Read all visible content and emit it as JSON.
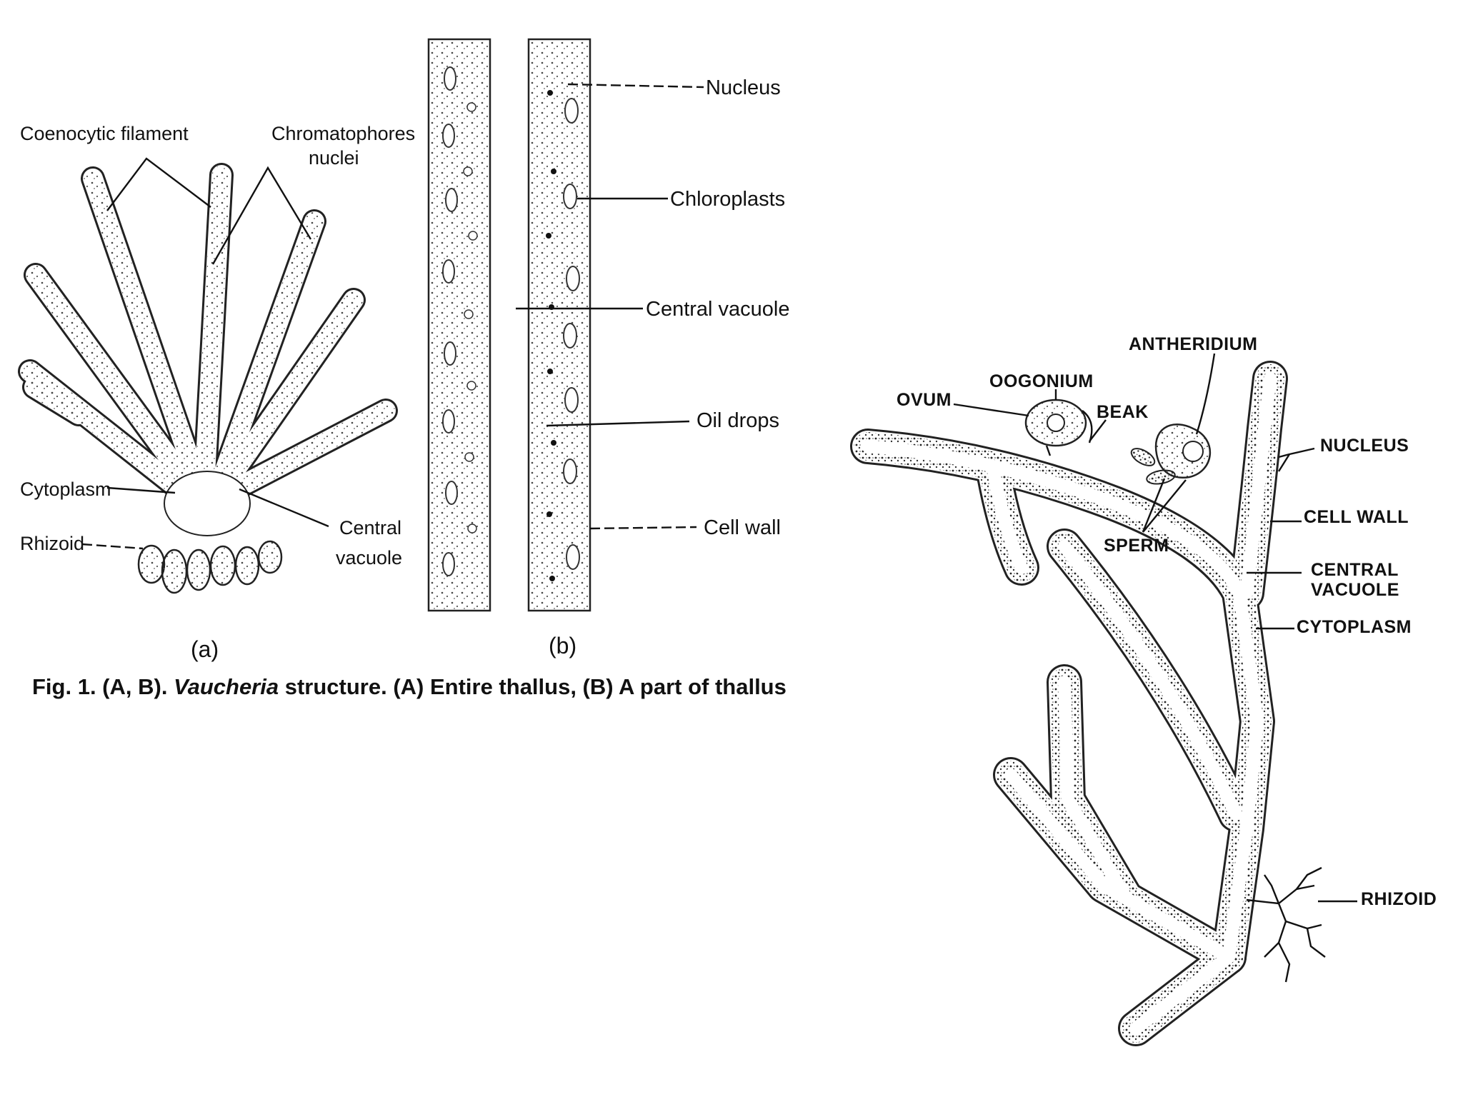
{
  "figure_a": {
    "labels": {
      "coenocytic": "Coenocytic filament",
      "chromatophores": "Chromatophores",
      "nuclei": "nuclei",
      "cytoplasm": "Cytoplasm",
      "rhizoid": "Rhizoid",
      "central": "Central",
      "vacuole": "vacuole"
    },
    "sublabel": "(a)"
  },
  "figure_b": {
    "labels": {
      "nucleus": "Nucleus",
      "chloroplasts": "Chloroplasts",
      "central_vacuole": "Central vacuole",
      "oil_drops": "Oil drops",
      "cell_wall": "Cell wall"
    },
    "sublabel": "(b)"
  },
  "caption": {
    "prefix": "Fig. 1.  (A, B). ",
    "genus": "Vaucheria",
    "suffix": " structure. (A) Entire thallus, (B) A part of thallus"
  },
  "figure_c": {
    "labels": {
      "antheridium": "ANTHERIDIUM",
      "oogonium": "OOGONIUM",
      "ovum": "OVUM",
      "beak": "BEAK",
      "nucleus": "NUCLEUS",
      "cell_wall": "CELL WALL",
      "sperm": "SPERM",
      "central": "CENTRAL",
      "vacuole": "VACUOLE",
      "cytoplasm": "CYTOPLASM",
      "rhizoid": "RHIZOID"
    }
  }
}
